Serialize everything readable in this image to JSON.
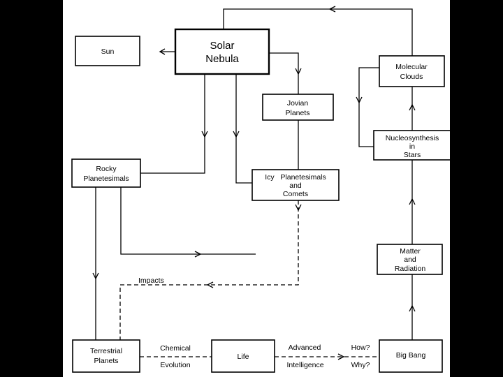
{
  "nodes": {
    "sun": "Sun",
    "solar_nebula": [
      "Solar",
      "Nebula"
    ],
    "jovian_planets": [
      "Jovian",
      "Planets"
    ],
    "molecular_clouds": [
      "Molecular",
      "Clouds"
    ],
    "nucleosynthesis": [
      "Nucleosynthesis",
      "in",
      "Stars"
    ],
    "rocky_planetesimals": [
      "Rocky",
      "Planetesimals"
    ],
    "icy_planetesimals": [
      "Icy   Planetesimals",
      "and",
      "Comets"
    ],
    "matter_radiation": [
      "Matter",
      "and",
      "Radiation"
    ],
    "terrestrial_planets": [
      "Terrestrial",
      "Planets"
    ],
    "life": "Life",
    "big_bang": "Big Bang"
  },
  "edge_labels": {
    "impacts": "Impacts",
    "chemical": "Chemical",
    "evolution": "Evolution",
    "advanced": "Advanced",
    "intelligence": "Intelligence",
    "how": "How?",
    "why": "Why?"
  }
}
